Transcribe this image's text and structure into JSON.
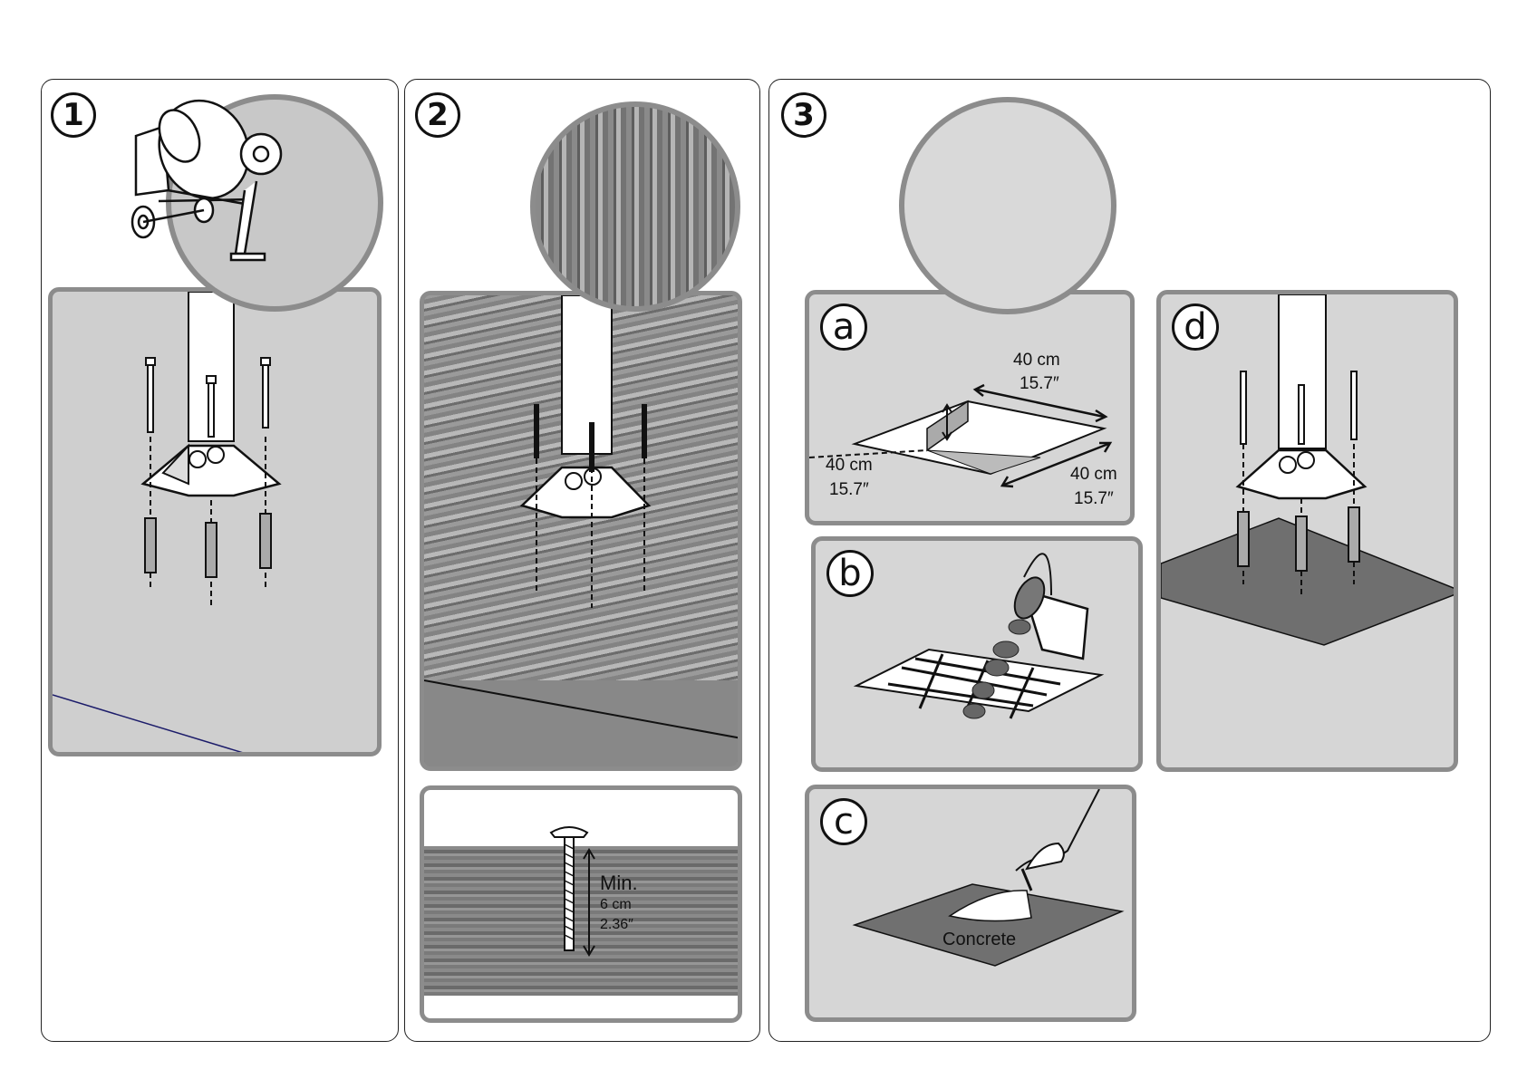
{
  "steps": [
    {
      "number": "1"
    },
    {
      "number": "2"
    },
    {
      "number": "3"
    }
  ],
  "step3_subpanels": {
    "a": {
      "letter": "a",
      "dims": [
        "40 cm",
        "15.7″",
        "40 cm",
        "15.7″",
        "40 cm",
        "15.7″"
      ]
    },
    "b": {
      "letter": "b"
    },
    "c": {
      "letter": "c",
      "material_label": "Concrete"
    },
    "d": {
      "letter": "d"
    }
  },
  "screw_detail": {
    "min_label": "Min.",
    "metric": "6 cm",
    "imperial": "2.36″"
  },
  "colors": {
    "frame_grey": "#8c8c8c",
    "concrete_grey": "#cfcfcf",
    "wood_grey": "#7e7e7e",
    "slab_grey": "#6f6f6f"
  }
}
